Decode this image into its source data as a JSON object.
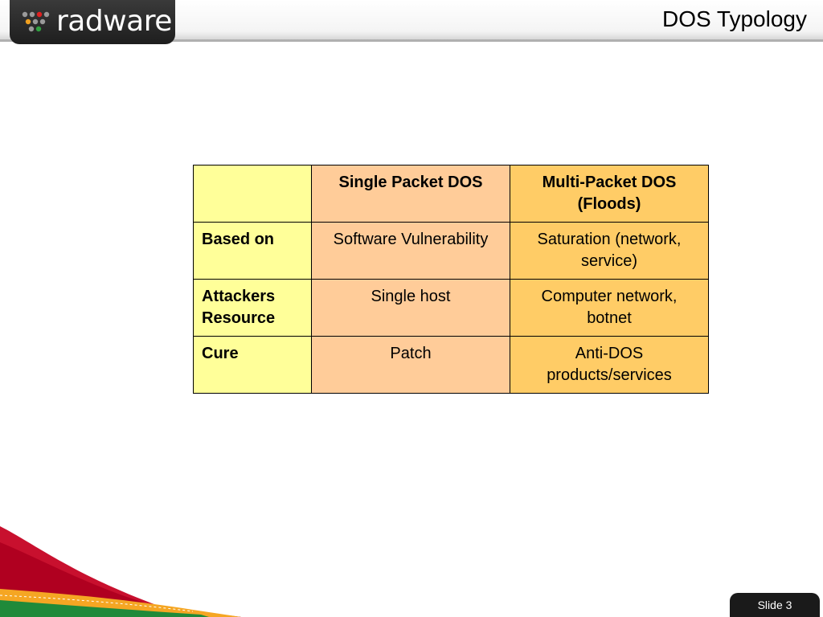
{
  "header": {
    "logo_text": "radware",
    "title": "DOS Typology"
  },
  "table": {
    "columns": [
      "",
      "Single Packet DOS",
      "Multi-Packet DOS (Floods)"
    ],
    "rows": [
      {
        "label": "Based on",
        "single": "Software Vulnerability",
        "multi": "Saturation (network, service)"
      },
      {
        "label": "Attackers Resource",
        "single": "Single host",
        "multi": "Computer network, botnet"
      },
      {
        "label": "Cure",
        "single": "Patch",
        "multi": "Anti-DOS products/services"
      }
    ]
  },
  "footer": {
    "slide_label": "Slide 3"
  },
  "colors": {
    "label_column": "#ffff99",
    "single_column": "#ffcc99",
    "multi_column": "#ffcc66",
    "logo_background": "#2a2a2a"
  }
}
